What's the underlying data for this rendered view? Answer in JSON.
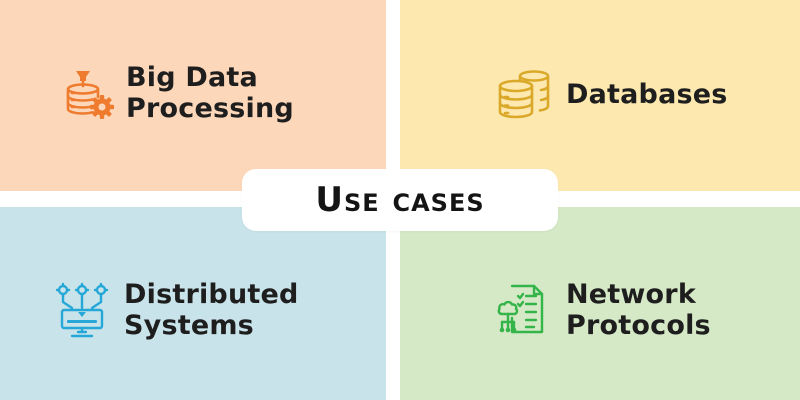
{
  "colors": {
    "big_data_bg": "#fdd7ba",
    "databases_bg": "#fde8b0",
    "distributed_bg": "#c8e3ea",
    "network_bg": "#d5e9c6",
    "big_data_icon": "#ee7b2e",
    "databases_icon": "#dba92a",
    "distributed_icon": "#25a8d8",
    "network_icon": "#35b44a"
  },
  "center": {
    "title": "Use cases"
  },
  "use_cases": [
    {
      "lines": [
        "Big Data",
        "Processing"
      ],
      "icon": "database-gear-icon"
    },
    {
      "lines": [
        "Databases"
      ],
      "icon": "database-stack-icon"
    },
    {
      "lines": [
        "Distributed",
        "Systems"
      ],
      "icon": "distributed-network-icon"
    },
    {
      "lines": [
        "Network",
        "Protocols"
      ],
      "icon": "document-network-icon"
    }
  ]
}
